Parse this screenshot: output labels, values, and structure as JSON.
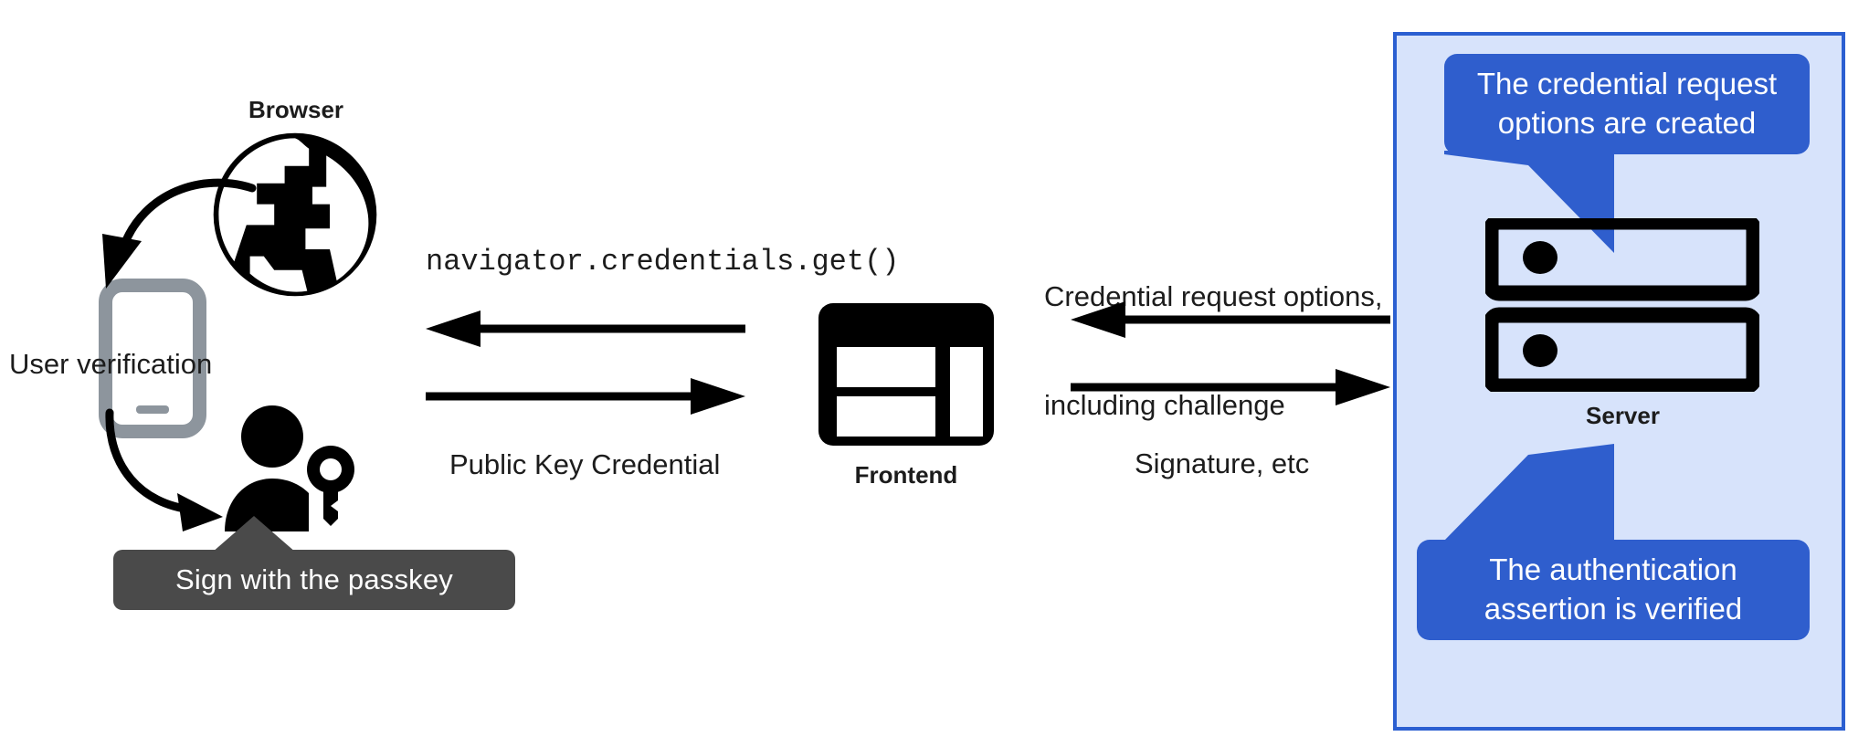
{
  "diagram": {
    "title": "WebAuthn passkey authentication flow",
    "colors": {
      "panel_fill": "#d7e3fb",
      "panel_border": "#2b5fd1",
      "bubble_blue": "#2f5ecd",
      "tooltip_gray": "#4a4a4a",
      "phone_gray": "#8d959d",
      "ink": "#1c1c1c"
    }
  },
  "browser": {
    "label": "Browser",
    "icon": "globe-icon"
  },
  "phone": {
    "icon": "mobile-phone-icon",
    "verification_label": "User verification"
  },
  "user": {
    "icon": "person-with-key-icon",
    "tooltip": "Sign with the passkey"
  },
  "frontend": {
    "label": "Frontend",
    "icon": "web-layout-icon"
  },
  "server": {
    "label": "Server",
    "icon": "server-racks-icon",
    "callout_top": {
      "line1": "The credential request",
      "line2": "options are created"
    },
    "callout_bottom": {
      "line1": "The authentication",
      "line2": "assertion is verified"
    }
  },
  "flows": {
    "browser_to_frontend_call": "navigator.credentials.get()",
    "browser_to_frontend_response": "Public Key Credential",
    "server_to_frontend_line1": "Credential request options,",
    "server_to_frontend_line2": "including challenge",
    "frontend_to_server": "Signature, etc"
  }
}
